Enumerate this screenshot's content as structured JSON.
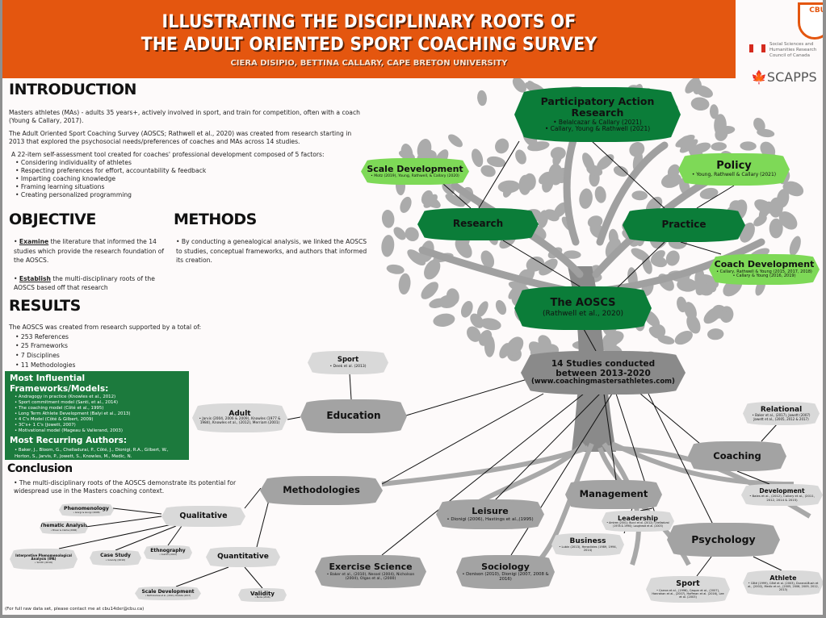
{
  "header": {
    "title_line1": "ILLUSTRATING THE DISCIPLINARY ROOTS OF",
    "title_line2": "THE ADULT ORIENTED SPORT COACHING SURVEY",
    "authors": "CIERA DISIPIO, BETTINA CALLARY, CAPE BRETON UNIVERSITY"
  },
  "logos": {
    "cbu": "CBU",
    "sshrc": "Social Sciences and Humanities Research Council of Canada",
    "scapps": "SCAPPS"
  },
  "introduction": {
    "heading": "INTRODUCTION",
    "p1": "Masters athletes (MAs) - adults 35 years+, actively involved in sport, and train for competition, often with a coach (Young & Callary, 2017).",
    "p2": "The Adult Oriented Sport Coaching Survey (AOSCS; Rathwell et al., 2020) was created from research starting in 2013 that explored the psychosocial needs/preferences of coaches and MAs across 14 studies.",
    "p3": "A 22-item self-assessment tool created for coaches' professional development composed of 5 factors:",
    "factors": [
      "Considering individuality of athletes",
      "Respecting preferences for effort, accountability & feedback",
      "Imparting coaching knowledge",
      "Framing learning situations",
      "Creating personalized programming"
    ]
  },
  "objective": {
    "heading": "OBJECTIVE",
    "items": [
      {
        "keyword": "Examine",
        "text": " the literature that informed the 14 studies which provide the research foundation of the AOSCS."
      },
      {
        "keyword": "Establish",
        "text": " the multi-disciplinary roots of the AOSCS based off that research"
      }
    ]
  },
  "methods": {
    "heading": "METHODS",
    "text": "By conducting a genealogical analysis, we linked the AOSCS to studies, conceptual frameworks, and authors that informed its creation."
  },
  "results": {
    "heading": "RESULTS",
    "intro": "The AOSCS was created from research supported by a total of:",
    "items": [
      "253 References",
      "25 Frameworks",
      "7 Disciplines",
      "11 Methodologies"
    ]
  },
  "frameworks": {
    "heading": "Most Influential Frameworks/Models:",
    "items": [
      "Andragogy in practice (Knowles et al., 2012)",
      "Sport commitment model (Santi, et al., 2014)",
      "The coaching model (Côté et al., 1995)",
      "Long Term Athlete Development (Balyi et al., 2013)",
      "4 C's Model (Côté & Gilbert, 2009)",
      "3C's+ 1 C's (Jowett, 2007)",
      "Motivational model (Mageau & Vallerand, 2003)"
    ],
    "authors_heading": "Most Recurring Authors:",
    "authors": "• Baker, J., Bloom, G., Chelladurai, P., Côté, J., Dionigi, R.A., Gilbert, W., Horton, S., Jarvis, P., Jowett, S., Knowles, M., Medic, N."
  },
  "conclusion": {
    "heading": "Conclusion",
    "text": "The multi-disciplinary roots of the AOSCS demonstrate its potential for widespread use in the Masters coaching context."
  },
  "footer": "(For full raw data set, please contact me at cbu14dxr@cbu.ca)",
  "colors": {
    "orange": "#e4560f",
    "dark_green": "#0b7d39",
    "light_green": "#7ed957",
    "gray": "#a3a3a3",
    "light_gray": "#d9d9d9"
  },
  "nodes": {
    "par": {
      "title": "Participatory Action Research",
      "cites": [
        "• Belalcazar & Callary (2021)",
        "• Callary, Young & Rathwell (2021)"
      ]
    },
    "scale": {
      "title": "Scale Development",
      "cites": "• Motz (2019), Young, Rathwell, & Callary (2020)"
    },
    "policy": {
      "title": "Policy",
      "cites": "• Young, Rathwell & Callary (2021)"
    },
    "research": {
      "title": "Research"
    },
    "practice": {
      "title": "Practice"
    },
    "coachdev": {
      "title": "Coach Development",
      "cites": [
        "• Callary, Rathwell & Young (2015, 2017, 2018)",
        "• Callary & Young (2016, 2019)"
      ]
    },
    "aoscs": {
      "title": "The AOSCS",
      "sub": "(Rathwell et al., 2020)"
    },
    "studies": {
      "title": "14 Studies conducted between 2013-2020",
      "sub": "(www.coachingmastersathletes.com)"
    },
    "edsport": {
      "title": "Sport",
      "cites": "• Deek et al. (2013)"
    },
    "adult": {
      "title": "Adult",
      "cites": "• Jarvis (2004, 2006 & 2009), Knowles (1977 & 1984), Knowles et al., (2012), Merriam (2001)"
    },
    "education": {
      "title": "Education"
    },
    "relational": {
      "title": "Relational",
      "cites": "• Baker et al., (2017), Jowett (2007) Jowett et al., (2005, 2012 & 2017)"
    },
    "coaching": {
      "title": "Coaching"
    },
    "development": {
      "title": "Development",
      "cites": "• Bales et al., (2012), Callary et al., (2011, 2012, 2014 & 2015)"
    },
    "methodologies": {
      "title": "Methodologies"
    },
    "management": {
      "title": "Management"
    },
    "leisure": {
      "title": "Leisure",
      "cites": "• Dionigi (2006), Hastings et al.,(1995)"
    },
    "leadership": {
      "title": "Leadership",
      "cites": "• Amiree (2001); Bucci et al. (2012); Chelladurai (1978 & 1990); Loughead et al. (2003)"
    },
    "business": {
      "title": "Business",
      "cites": "• Lubin (2013), Heraclides (1989, 1994, 2014)"
    },
    "psychology": {
      "title": "Psychology"
    },
    "exsci": {
      "title": "Exercise Science",
      "cites": "• Baker et al., (2010), Nessel (2004), Nicholson (2004), Olgas et al., (2000)"
    },
    "sociology": {
      "title": "Sociology",
      "cites": "• Denison (2010), Dionigi (2007, 2008 & 2016)"
    },
    "psport": {
      "title": "Sport",
      "cites": "• Carron et al., (1996), Caspar et al., (2007), Hanrahan et al., (2007), Hoffman et al. (2016), Lee et al. (2003)"
    },
    "athlete": {
      "title": "Athlete",
      "cites": "• Côté (1999), Côté et al. (2003), Durand-Bush et al., (2002), Medic et al., (2005, 2006, 2009, 2012, 2013)"
    },
    "qualitative": {
      "title": "Qualitative"
    },
    "phenomenology": {
      "title": "Phenomenology",
      "cites": "• Giorgi & Giorgi (2008)"
    },
    "thematic": {
      "title": "Thematic Analysis",
      "cites": "• Braun & Clarke (2006)"
    },
    "ipa": {
      "title": "Interpretive Phenomenological Analysis (IPA)",
      "cites": "• Smith (2016)"
    },
    "casestudy": {
      "title": "Case Study",
      "cites": "• Grandy (2010)"
    },
    "ethnography": {
      "title": "Ethnography",
      "cites": "• Cushion (2014)"
    },
    "quantitative": {
      "title": "Quantitative"
    },
    "qscale": {
      "title": "Scale Development",
      "cites": "• Bartholomew et al., (2011), DeVellis (2017)"
    },
    "validity": {
      "title": "Validity",
      "cites": "• Burke (2016)"
    }
  }
}
